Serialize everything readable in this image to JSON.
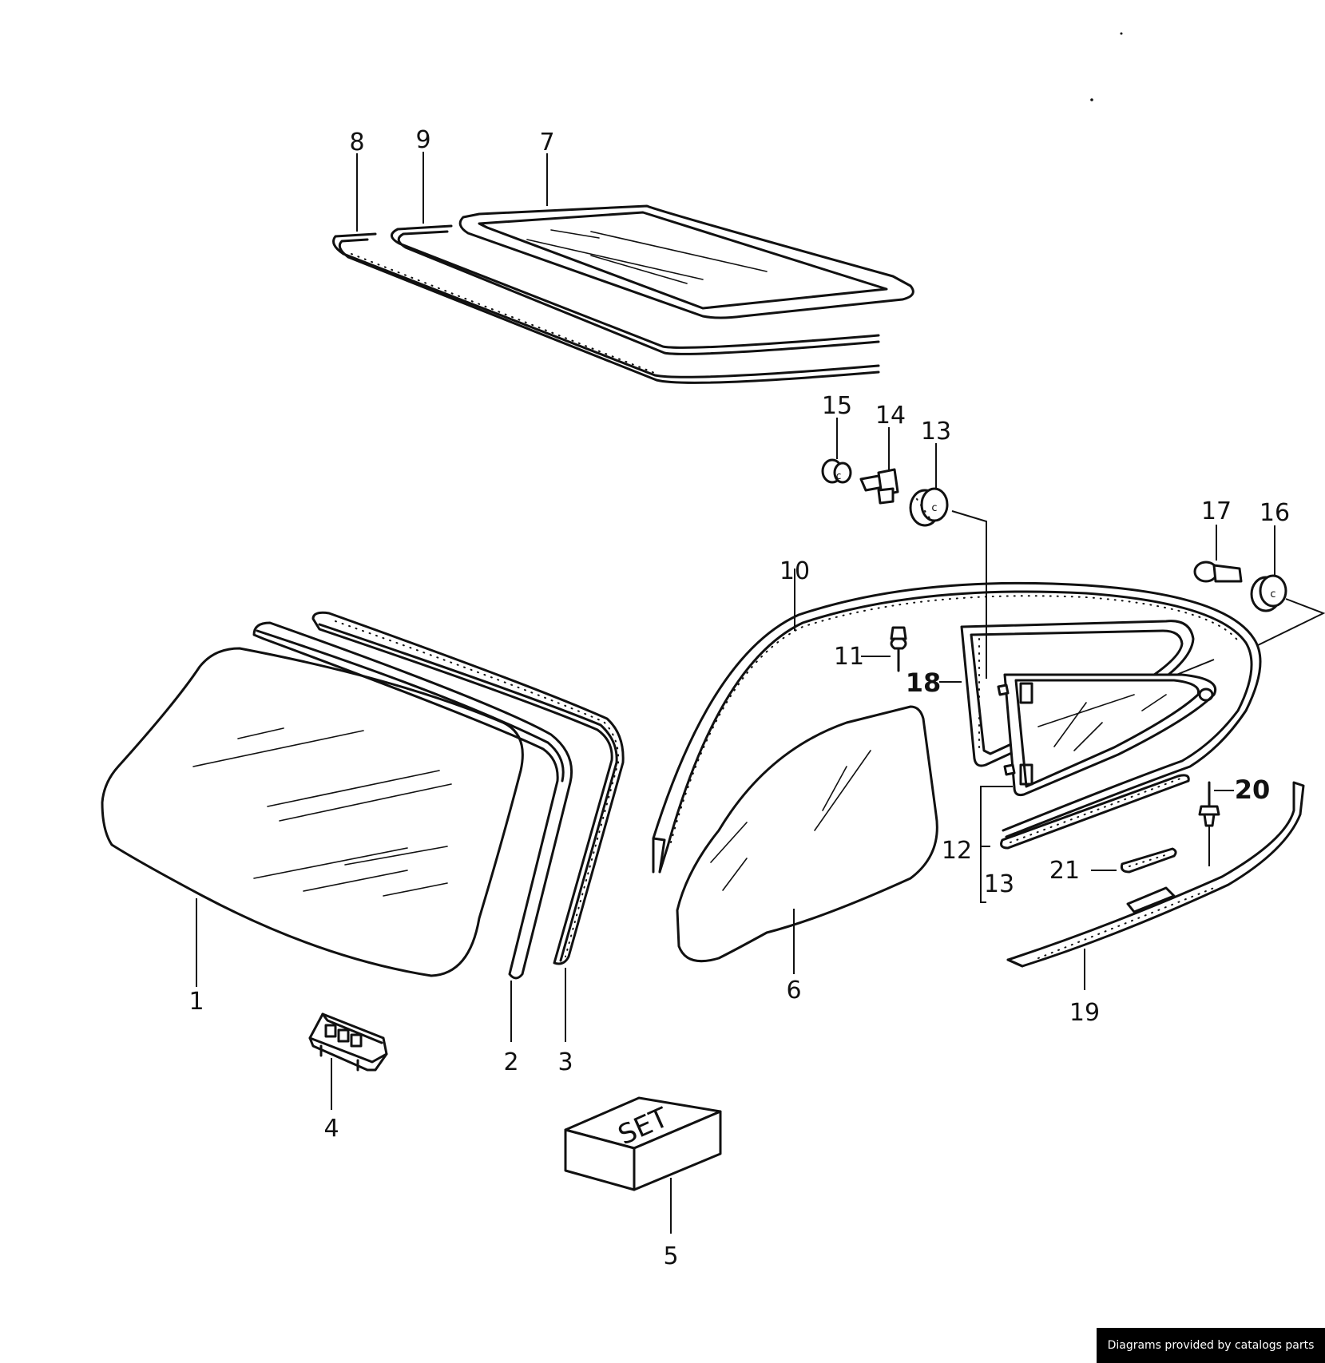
{
  "callouts": {
    "c1": "1",
    "c2": "2",
    "c3": "3",
    "c4": "4",
    "c5": "5",
    "c6": "6",
    "c7": "7",
    "c8": "8",
    "c9": "9",
    "c10": "10",
    "c11": "11",
    "c12": "12",
    "c13a": "13",
    "c13b": "13",
    "c14": "14",
    "c15": "15",
    "c16": "16",
    "c17": "17",
    "c18": "18",
    "c19": "19",
    "c20": "20",
    "c21": "21"
  },
  "set_box_label": "SET",
  "credit_text": "Diagrams provided by catalogs parts"
}
